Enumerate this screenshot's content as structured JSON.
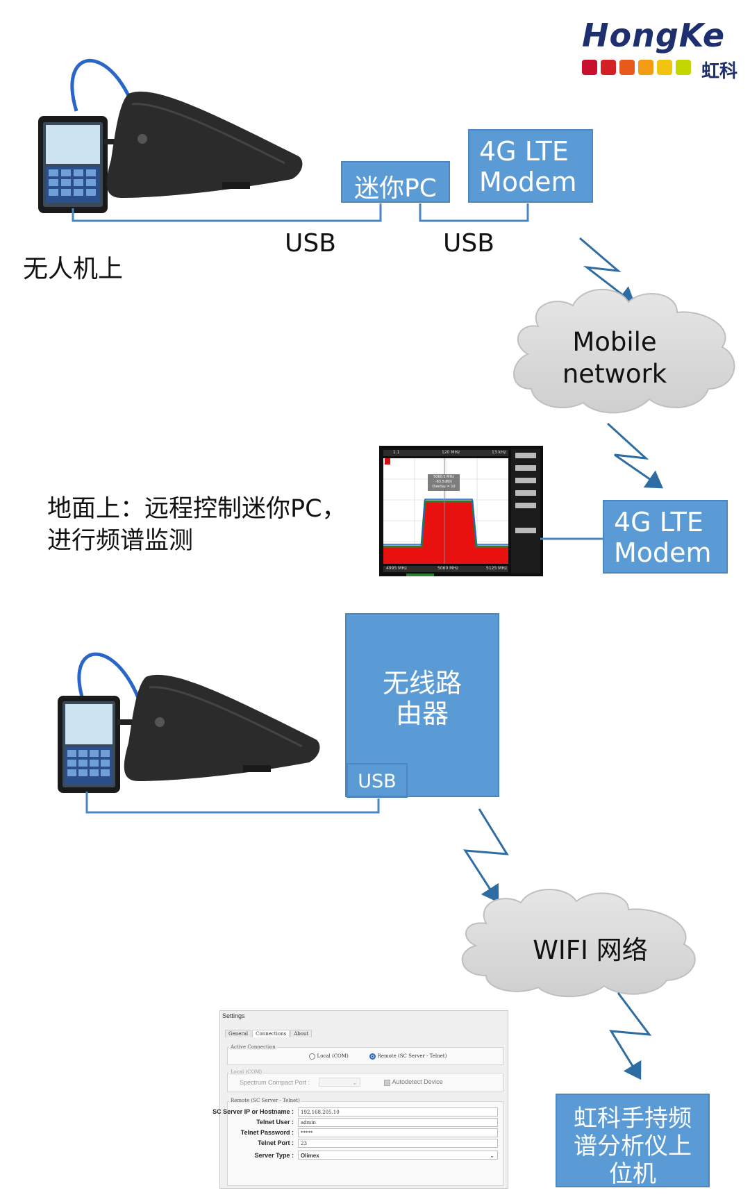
{
  "logo": {
    "wordmark": "HongKe",
    "cn": "虹科",
    "squares": [
      "#c8102e",
      "#d32027",
      "#e85a1b",
      "#f39c12",
      "#f1c40f",
      "#c4d600"
    ]
  },
  "top": {
    "caption": "无人机上",
    "mini_pc": "迷你PC",
    "modem1_line1": "4G LTE",
    "modem1_line2": "Modem",
    "usb1": "USB",
    "usb2": "USB"
  },
  "cloud1": {
    "line1": "Mobile",
    "line2": "network"
  },
  "ground": {
    "caption_line1": "地面上：远程控制迷你PC，",
    "caption_line2": "进行频谱监测",
    "modem2_line1": "4G LTE",
    "modem2_line2": "Modem"
  },
  "spectrum": {
    "top_left": "1.1",
    "top_mid": "120 MHz",
    "top_right": "13 kHz",
    "marker_line1": "5060.5 MHz",
    "marker_line2": "-63.5dBm",
    "marker_line3": "Overlay = 10",
    "bottom_left": "4995 MHz",
    "bottom_mid": "5060 MHz",
    "bottom_right": "5125 MHz",
    "colors": {
      "noise": "#2e7d32",
      "signal": "#e8110f",
      "background": "#ffffff"
    }
  },
  "router": {
    "line1": "无线路",
    "line2": "由器",
    "usb": "USB"
  },
  "cloud2": {
    "label": "WIFI 网络"
  },
  "host": {
    "line1": "虹科手持频",
    "line2": "谱分析仪上",
    "line3": "位机"
  },
  "settings": {
    "title": "Settings",
    "tabs": [
      "General",
      "Connections",
      "About"
    ],
    "active_connection_label": "Active Connection",
    "radio_local": "Local (COM)",
    "radio_remote": "Remote (SC Server - Telnet)",
    "local_group_label": "Local (COM)",
    "port_label": "Spectrum Compact Port :",
    "autodetect_label": "Autodetect Device",
    "remote_group_label": "Remote (SC Server - Telnet)",
    "ip_label": "SC Server IP or Hostname :",
    "ip_value": "192.168.205.10",
    "user_label": "Telnet User :",
    "user_value": "admin",
    "password_label": "Telnet Password :",
    "password_value": "*****",
    "port_field_label": "Telnet Port :",
    "port_value": "23",
    "server_type_label": "Server Type :",
    "server_type_value": "Olimex"
  },
  "colors": {
    "box_blue": "#5b9bd5",
    "line_blue": "#4a86c0",
    "cloud_gray": "#d9d9d9"
  }
}
